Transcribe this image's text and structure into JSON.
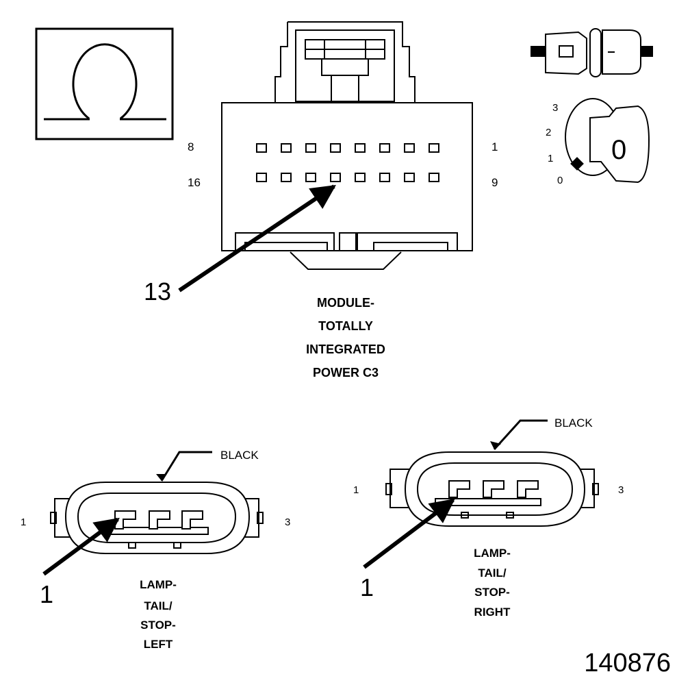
{
  "figure_number": "140876",
  "main_connector": {
    "title_lines": [
      "MODULE-",
      "TOTALLY",
      "INTEGRATED",
      "POWER C3"
    ],
    "row1_left_pin": "8",
    "row1_right_pin": "1",
    "row2_left_pin": "16",
    "row2_right_pin": "9",
    "callout": "13"
  },
  "ignition_positions": [
    "3",
    "2",
    "1",
    "0"
  ],
  "ignition_key_label": "0",
  "left_connector": {
    "color": "BLACK",
    "pin_left": "1",
    "pin_right": "3",
    "callout": "1",
    "title_lines": [
      "LAMP-",
      "TAIL/",
      "STOP-",
      "LEFT"
    ]
  },
  "right_connector": {
    "color": "BLACK",
    "pin_left": "1",
    "pin_right": "3",
    "callout": "1",
    "title_lines": [
      "LAMP-",
      "TAIL/",
      "STOP-",
      "RIGHT"
    ]
  }
}
